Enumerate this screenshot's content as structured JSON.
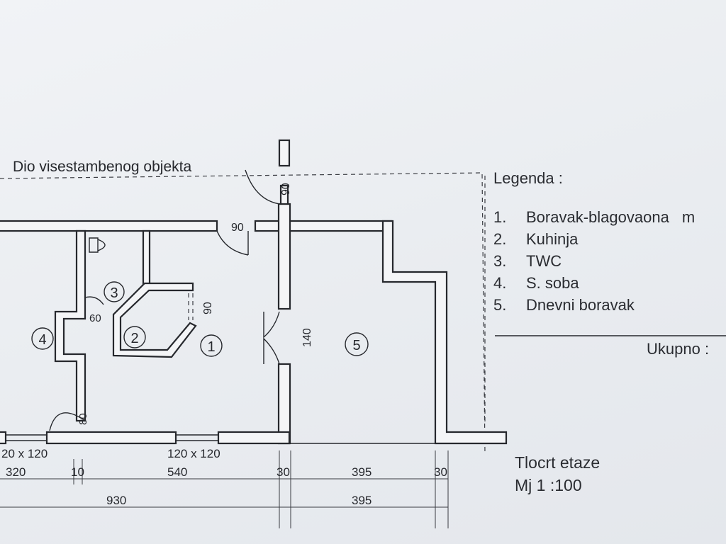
{
  "header": {
    "building_label": "Dio visestambenog objekta"
  },
  "rooms": {
    "r1": "1",
    "r2": "2",
    "r3": "3",
    "r4": "4",
    "r5": "5"
  },
  "dims": {
    "d90_top": "90",
    "d90_door": "90",
    "d90_side": "90",
    "d60": "60",
    "d140": "140",
    "d80": "80",
    "win1": "20 x 120",
    "win2": "120 x 120",
    "run": [
      "320",
      "10",
      "540",
      "30",
      "395",
      "30"
    ],
    "total_left": "930",
    "total_right": "395"
  },
  "legend": {
    "title": "Legenda :",
    "items": [
      {
        "num": "1.",
        "label": "Boravak-blagovaona",
        "tail": "m"
      },
      {
        "num": "2.",
        "label": "Kuhinja"
      },
      {
        "num": "3.",
        "label": "TWC"
      },
      {
        "num": "4.",
        "label": "S. soba"
      },
      {
        "num": "5.",
        "label": "Dnevni  boravak"
      }
    ],
    "total_label": "Ukupno :"
  },
  "footer": {
    "title": "Tlocrt  etaze",
    "scale": "Mj  1  :100"
  }
}
